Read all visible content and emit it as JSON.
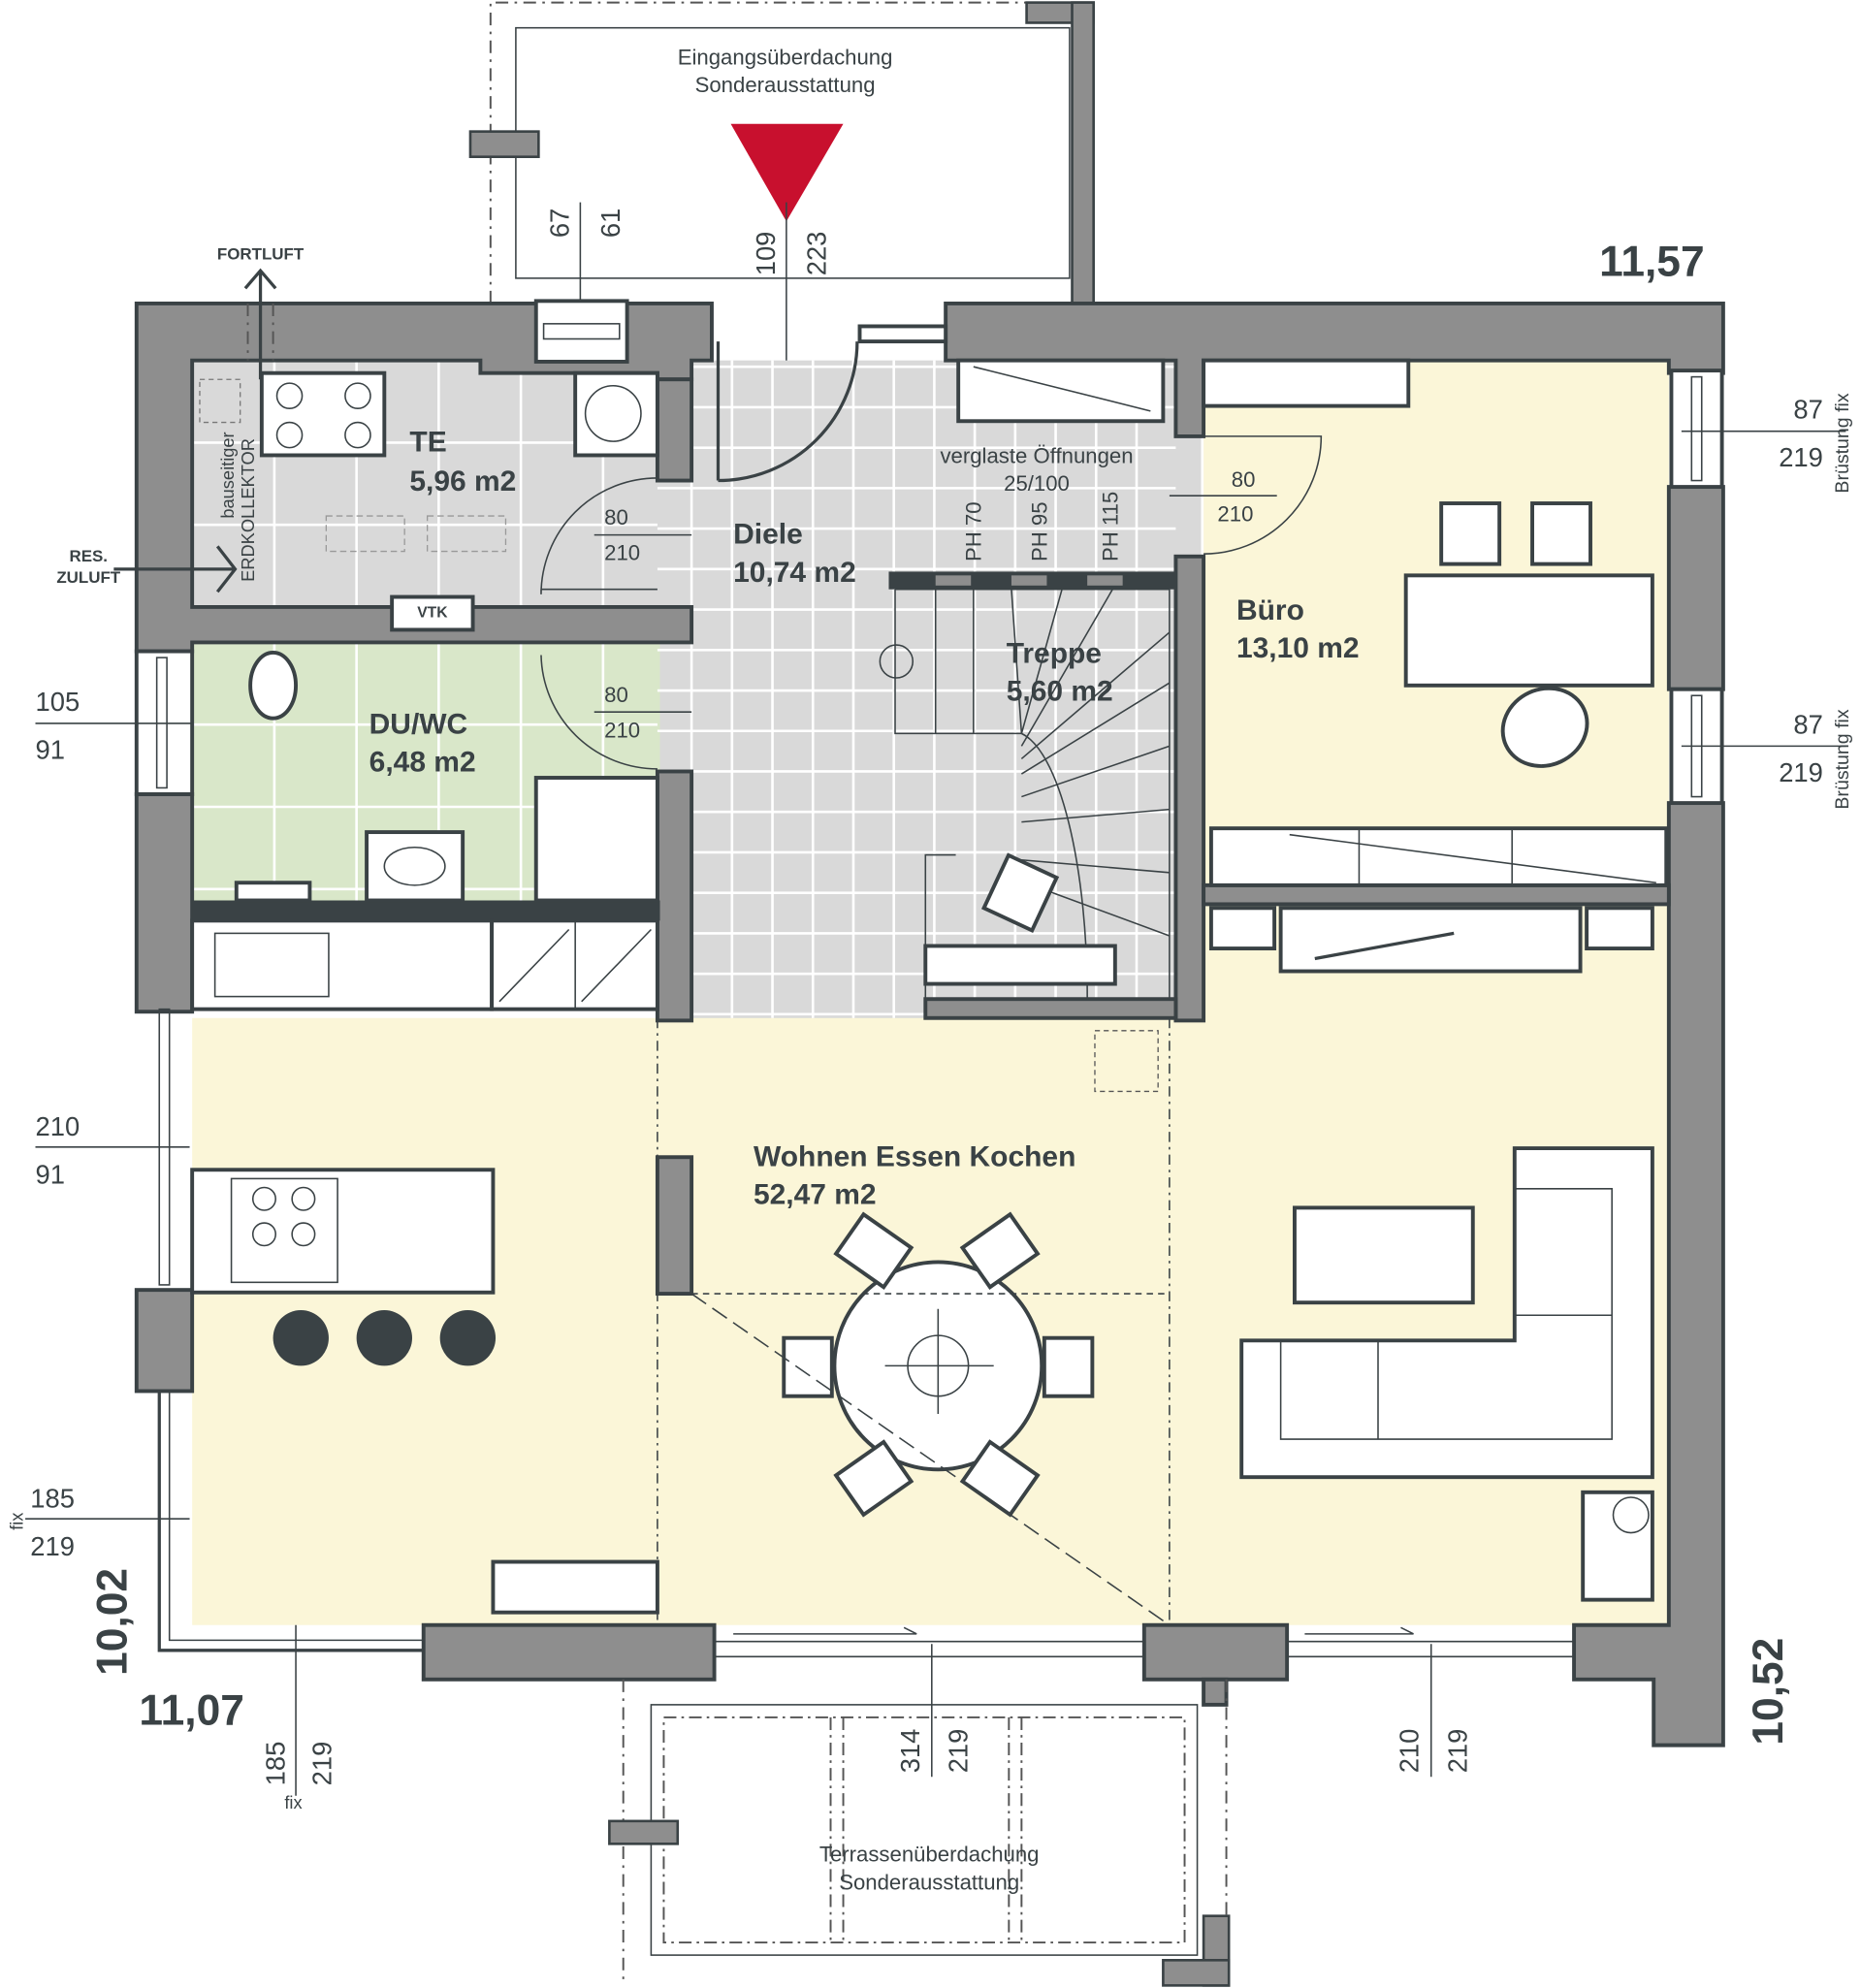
{
  "colors": {
    "wall": "#8e8e8e",
    "outline": "#3a4245",
    "tiles_gray": "#d9d9d9",
    "tiles_green": "#d9e7c9",
    "living_yellow": "#fbf6d8",
    "entrance_marker": "#c8102e"
  },
  "entrance": {
    "canopy_line1": "Eingangsüberdachung",
    "canopy_line2": "Sonderausstattung",
    "dims": [
      "67",
      "61",
      "109",
      "223"
    ],
    "marker_icon": "entrance-triangle-icon"
  },
  "overall": {
    "top_width": "11,57",
    "right_depth": "10,52",
    "left_depth": "10,02",
    "bottom_width": "11,07"
  },
  "ventilation": {
    "exhaust": "FORTLUFT",
    "supply_line1": "RES.",
    "supply_line2": "ZULUFT",
    "collector_line1": "bauseitiger",
    "collector_line2": "ERDKOLLEKTOR",
    "vtk": "VTK"
  },
  "rooms": {
    "te": {
      "name": "TE",
      "area": "5,96 m2",
      "door_w": "80",
      "door_h": "210"
    },
    "diele": {
      "name": "Diele",
      "area": "10,74 m2"
    },
    "duwc": {
      "name": "DU/WC",
      "area": "6,48 m2",
      "door_w": "80",
      "door_h": "210"
    },
    "treppe": {
      "name": "Treppe",
      "area": "5,60 m2"
    },
    "buero": {
      "name": "Büro",
      "area": "13,10 m2",
      "door_w": "80",
      "door_h": "210"
    },
    "wohnen": {
      "name": "Wohnen Essen Kochen",
      "area": "52,47 m2"
    }
  },
  "glazing": {
    "line1": "verglaste Öffnungen",
    "line2": "25/100",
    "ph": [
      "PH 70",
      "PH 95",
      "PH 115"
    ]
  },
  "windows": {
    "buero_top": {
      "w": "87",
      "h": "219",
      "note": "Brüstung fix"
    },
    "buero_bottom": {
      "w": "87",
      "h": "219",
      "note": "Brüstung fix"
    },
    "duwc": {
      "w": "105",
      "h": "91"
    },
    "kitchen": {
      "w": "210",
      "h": "91"
    },
    "left_corner": {
      "w": "185",
      "h": "219",
      "note": "fix"
    },
    "bottom_corner": {
      "w": "185",
      "h": "219",
      "note": "fix"
    },
    "terrace_door_1": {
      "w": "314",
      "h": "219"
    },
    "terrace_door_2": {
      "w": "210",
      "h": "219"
    }
  },
  "terrace": {
    "canopy_line1": "Terrassenüberdachung",
    "canopy_line2": "Sonderausstattung"
  }
}
